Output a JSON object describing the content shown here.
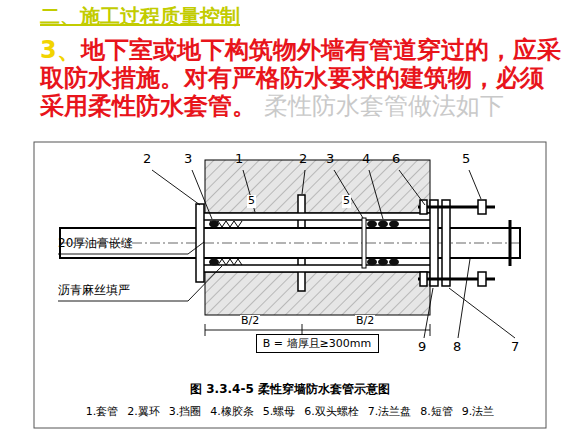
{
  "diagram": {
    "title": "二、施工过程质量控制",
    "caption": "图 3.3.4-5 柔性穿墙防水套管示意图",
    "nodes": [
      {
        "text": [
          "B = 墙厚且≥300mm"
        ]
      }
    ],
    "labels": [
      "3、地下室或地下构筑物外墙有管道穿过的，应采取防水措施。对有严格防水要求的建筑物，必须采用柔性防水套管。",
      "柔性防水套管做法如下",
      "2",
      "3",
      "1",
      "2",
      "3",
      "4",
      "6",
      "5",
      "5",
      "5",
      "20厚油膏嵌缝",
      "沥青麻丝填严",
      "B/2",
      "B/2",
      "9",
      "8",
      "7",
      "1.套管",
      "2.翼环",
      "3.挡圈",
      "4.橡胶条",
      "5.螺母",
      "6.双头螺栓",
      "7.法兰盘",
      "8.短管",
      "9.法兰"
    ]
  }
}
